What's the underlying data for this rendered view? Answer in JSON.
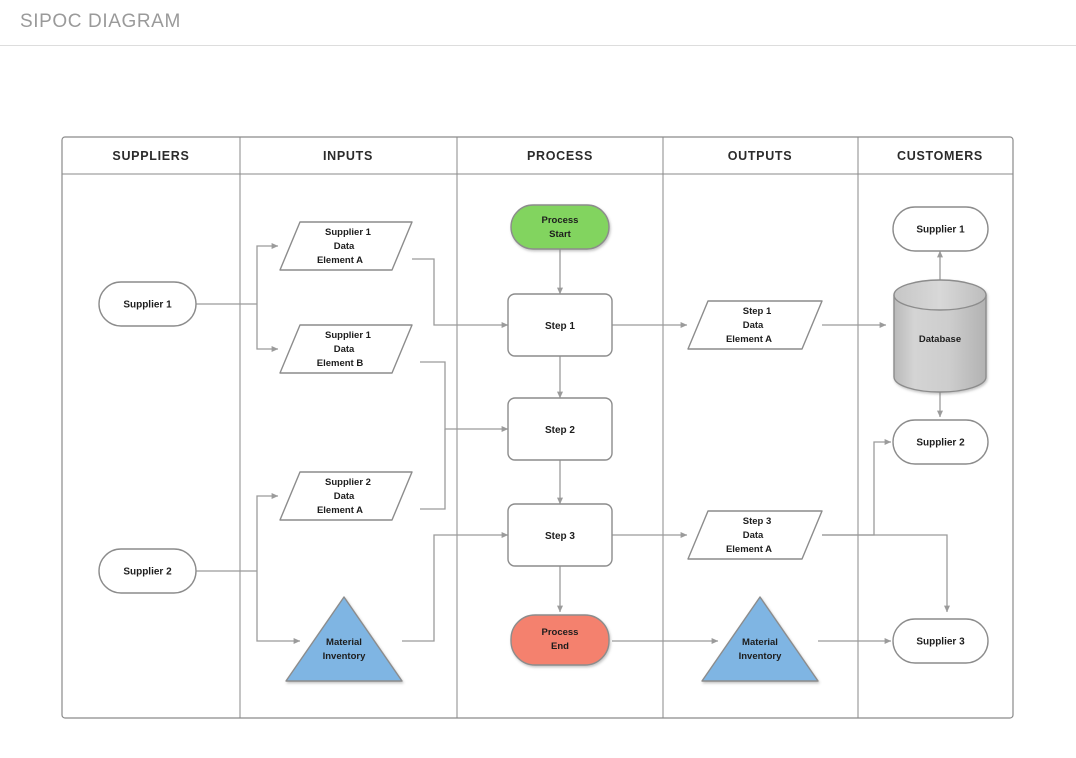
{
  "header": {
    "title": "SIPOC DIAGRAM"
  },
  "diagram": {
    "type": "sipoc",
    "columns": [
      {
        "id": "suppliers",
        "label": "SUPPLIERS"
      },
      {
        "id": "inputs",
        "label": "INPUTS"
      },
      {
        "id": "process",
        "label": "PROCESS"
      },
      {
        "id": "outputs",
        "label": "OUTPUTS"
      },
      {
        "id": "customers",
        "label": "CUSTOMERS"
      }
    ],
    "colors": {
      "start_fill": "#82d45e",
      "end_fill": "#f4816e",
      "triangle_fill": "#7fb5e3",
      "cylinder_fill": "#c9c9c9",
      "node_fill": "#ffffff",
      "stroke": "#8c8c8c",
      "connector": "#9b9b9b",
      "lane_line": "#8a8a8a",
      "title": "#9a9a9a"
    },
    "nodes": {
      "suppliers": [
        {
          "id": "sup1",
          "shape": "terminator",
          "lines": [
            "Supplier 1"
          ]
        },
        {
          "id": "sup2",
          "shape": "terminator",
          "lines": [
            "Supplier 2"
          ]
        }
      ],
      "inputs": [
        {
          "id": "in1",
          "shape": "parallelogram",
          "lines": [
            "Supplier 1",
            "Data",
            "Element A"
          ]
        },
        {
          "id": "in2",
          "shape": "parallelogram",
          "lines": [
            "Supplier 1",
            "Data",
            "Element B"
          ]
        },
        {
          "id": "in3",
          "shape": "parallelogram",
          "lines": [
            "Supplier 2",
            "Data",
            "Element A"
          ]
        },
        {
          "id": "in4",
          "shape": "triangle",
          "lines": [
            "Material",
            "Inventory"
          ]
        }
      ],
      "process": [
        {
          "id": "pstart",
          "shape": "terminator",
          "lines": [
            "Process",
            "Start"
          ]
        },
        {
          "id": "step1",
          "shape": "rect",
          "lines": [
            "Step 1"
          ]
        },
        {
          "id": "step2",
          "shape": "rect",
          "lines": [
            "Step 2"
          ]
        },
        {
          "id": "step3",
          "shape": "rect",
          "lines": [
            "Step 3"
          ]
        },
        {
          "id": "pend",
          "shape": "terminator",
          "lines": [
            "Process",
            "End"
          ]
        }
      ],
      "outputs": [
        {
          "id": "out1",
          "shape": "parallelogram",
          "lines": [
            "Step 1",
            "Data",
            "Element A"
          ]
        },
        {
          "id": "out2",
          "shape": "parallelogram",
          "lines": [
            "Step 3",
            "Data",
            "Element A"
          ]
        },
        {
          "id": "out3",
          "shape": "triangle",
          "lines": [
            "Material",
            "Inventory"
          ]
        }
      ],
      "customers": [
        {
          "id": "cus1",
          "shape": "terminator",
          "lines": [
            "Supplier 1"
          ]
        },
        {
          "id": "cusdb",
          "shape": "cylinder",
          "lines": [
            "Database"
          ]
        },
        {
          "id": "cus2",
          "shape": "terminator",
          "lines": [
            "Supplier 2"
          ]
        },
        {
          "id": "cus3",
          "shape": "terminator",
          "lines": [
            "Supplier 3"
          ]
        }
      ]
    }
  }
}
